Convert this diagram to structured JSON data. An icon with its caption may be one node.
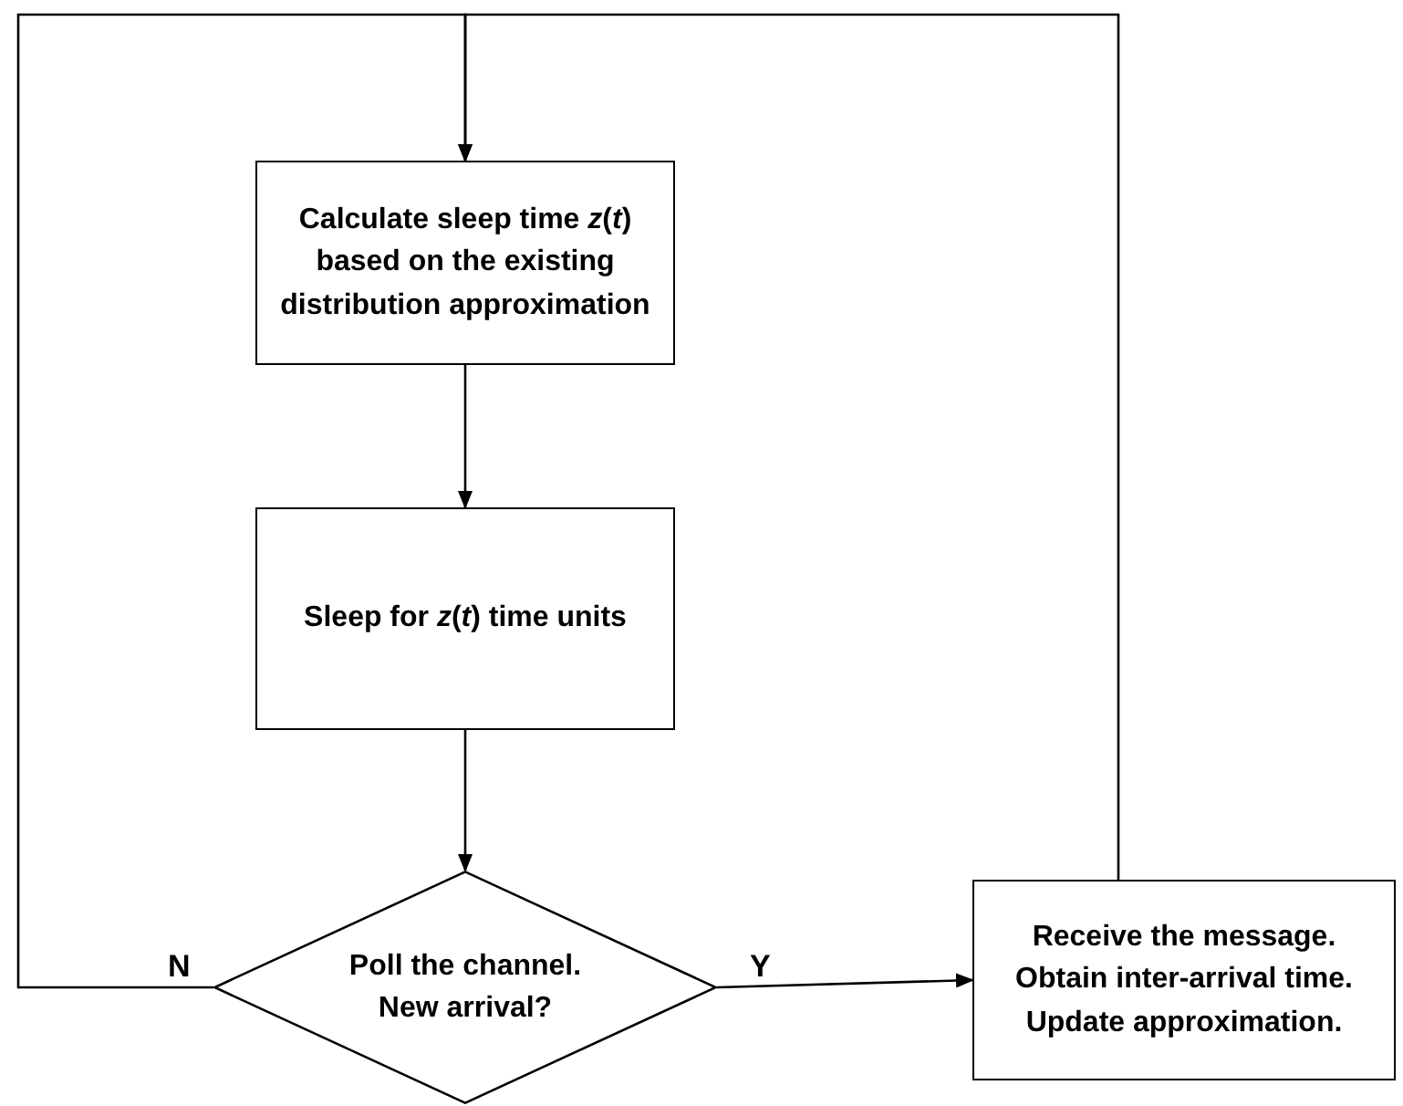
{
  "diagram": {
    "nodes": [
      {
        "text": [
          "Calculate sleep time *z*(*t*) based on the existing distribution approximation"
        ]
      },
      {
        "text": [
          "Sleep for *z*(*t*) time units"
        ]
      },
      {
        "text": [
          "Poll the channel. New arrival?"
        ]
      },
      {
        "text": [
          "Receive the message. Obtain inter-arrival time. Update approximation."
        ]
      }
    ],
    "edges": [
      {
        "from": 0,
        "to": 1,
        "arrow": "to"
      },
      {
        "from": 1,
        "to": 2,
        "arrow": "to"
      },
      {
        "from": 2,
        "to": 3,
        "arrow": "to",
        "label": "Y"
      },
      {
        "from": 2,
        "to": 0,
        "arrow": "to",
        "label": "N"
      },
      {
        "from": 3,
        "to": 0,
        "arrow": "to"
      }
    ]
  }
}
